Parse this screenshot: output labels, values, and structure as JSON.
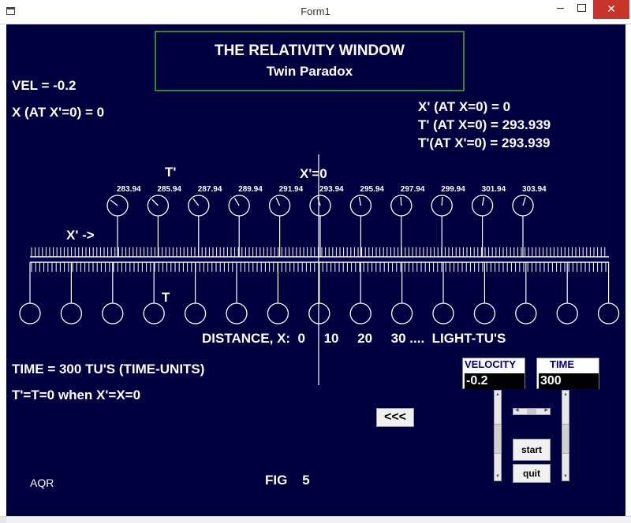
{
  "window": {
    "title": "Form1",
    "min_label": "",
    "close_glyph": "✕"
  },
  "header": {
    "title": "THE RELATIVITY WINDOW",
    "subtitle": "Twin Paradox"
  },
  "left_info": {
    "vel": "VEL = -0.2",
    "x_at_xprime0": "X (AT X'=0) = 0"
  },
  "right_info": {
    "xprime_at_x0": "X' (AT X=0) = 0",
    "tprime_at_x0": "T' (AT X=0) = 293.939",
    "tprime_at_xprime0": "T'(AT X'=0) = 293.939"
  },
  "diagram": {
    "tprime_label": "T'",
    "xprime_zero_label": "X'=0",
    "xprime_arrow_label": "X' ->",
    "t_label": "T",
    "clock_times": [
      "283.94",
      "285.94",
      "287.94",
      "289.94",
      "291.94",
      "293.94",
      "295.94",
      "297.94",
      "299.94",
      "301.94",
      "303.94"
    ],
    "distance_label": "DISTANCE, X:  0     10     20     30 ....  LIGHT-TU'S"
  },
  "status": {
    "time_line": "TIME = 300 TU'S (TIME-UNITS)",
    "sync_line": "T'=T=0 when X'=X=0"
  },
  "controls": {
    "velocity_caption": "VELOCITY",
    "velocity_value": "-0.2",
    "time_caption": "TIME",
    "time_value": "300",
    "back_button": "<<<",
    "start_button": "start",
    "quit_button": "quit"
  },
  "footer": {
    "author": "AQR",
    "figure": "FIG    5"
  },
  "colors": {
    "background": "#000040",
    "foreground": "#ffffff",
    "title_border": "#2e8b2e"
  }
}
